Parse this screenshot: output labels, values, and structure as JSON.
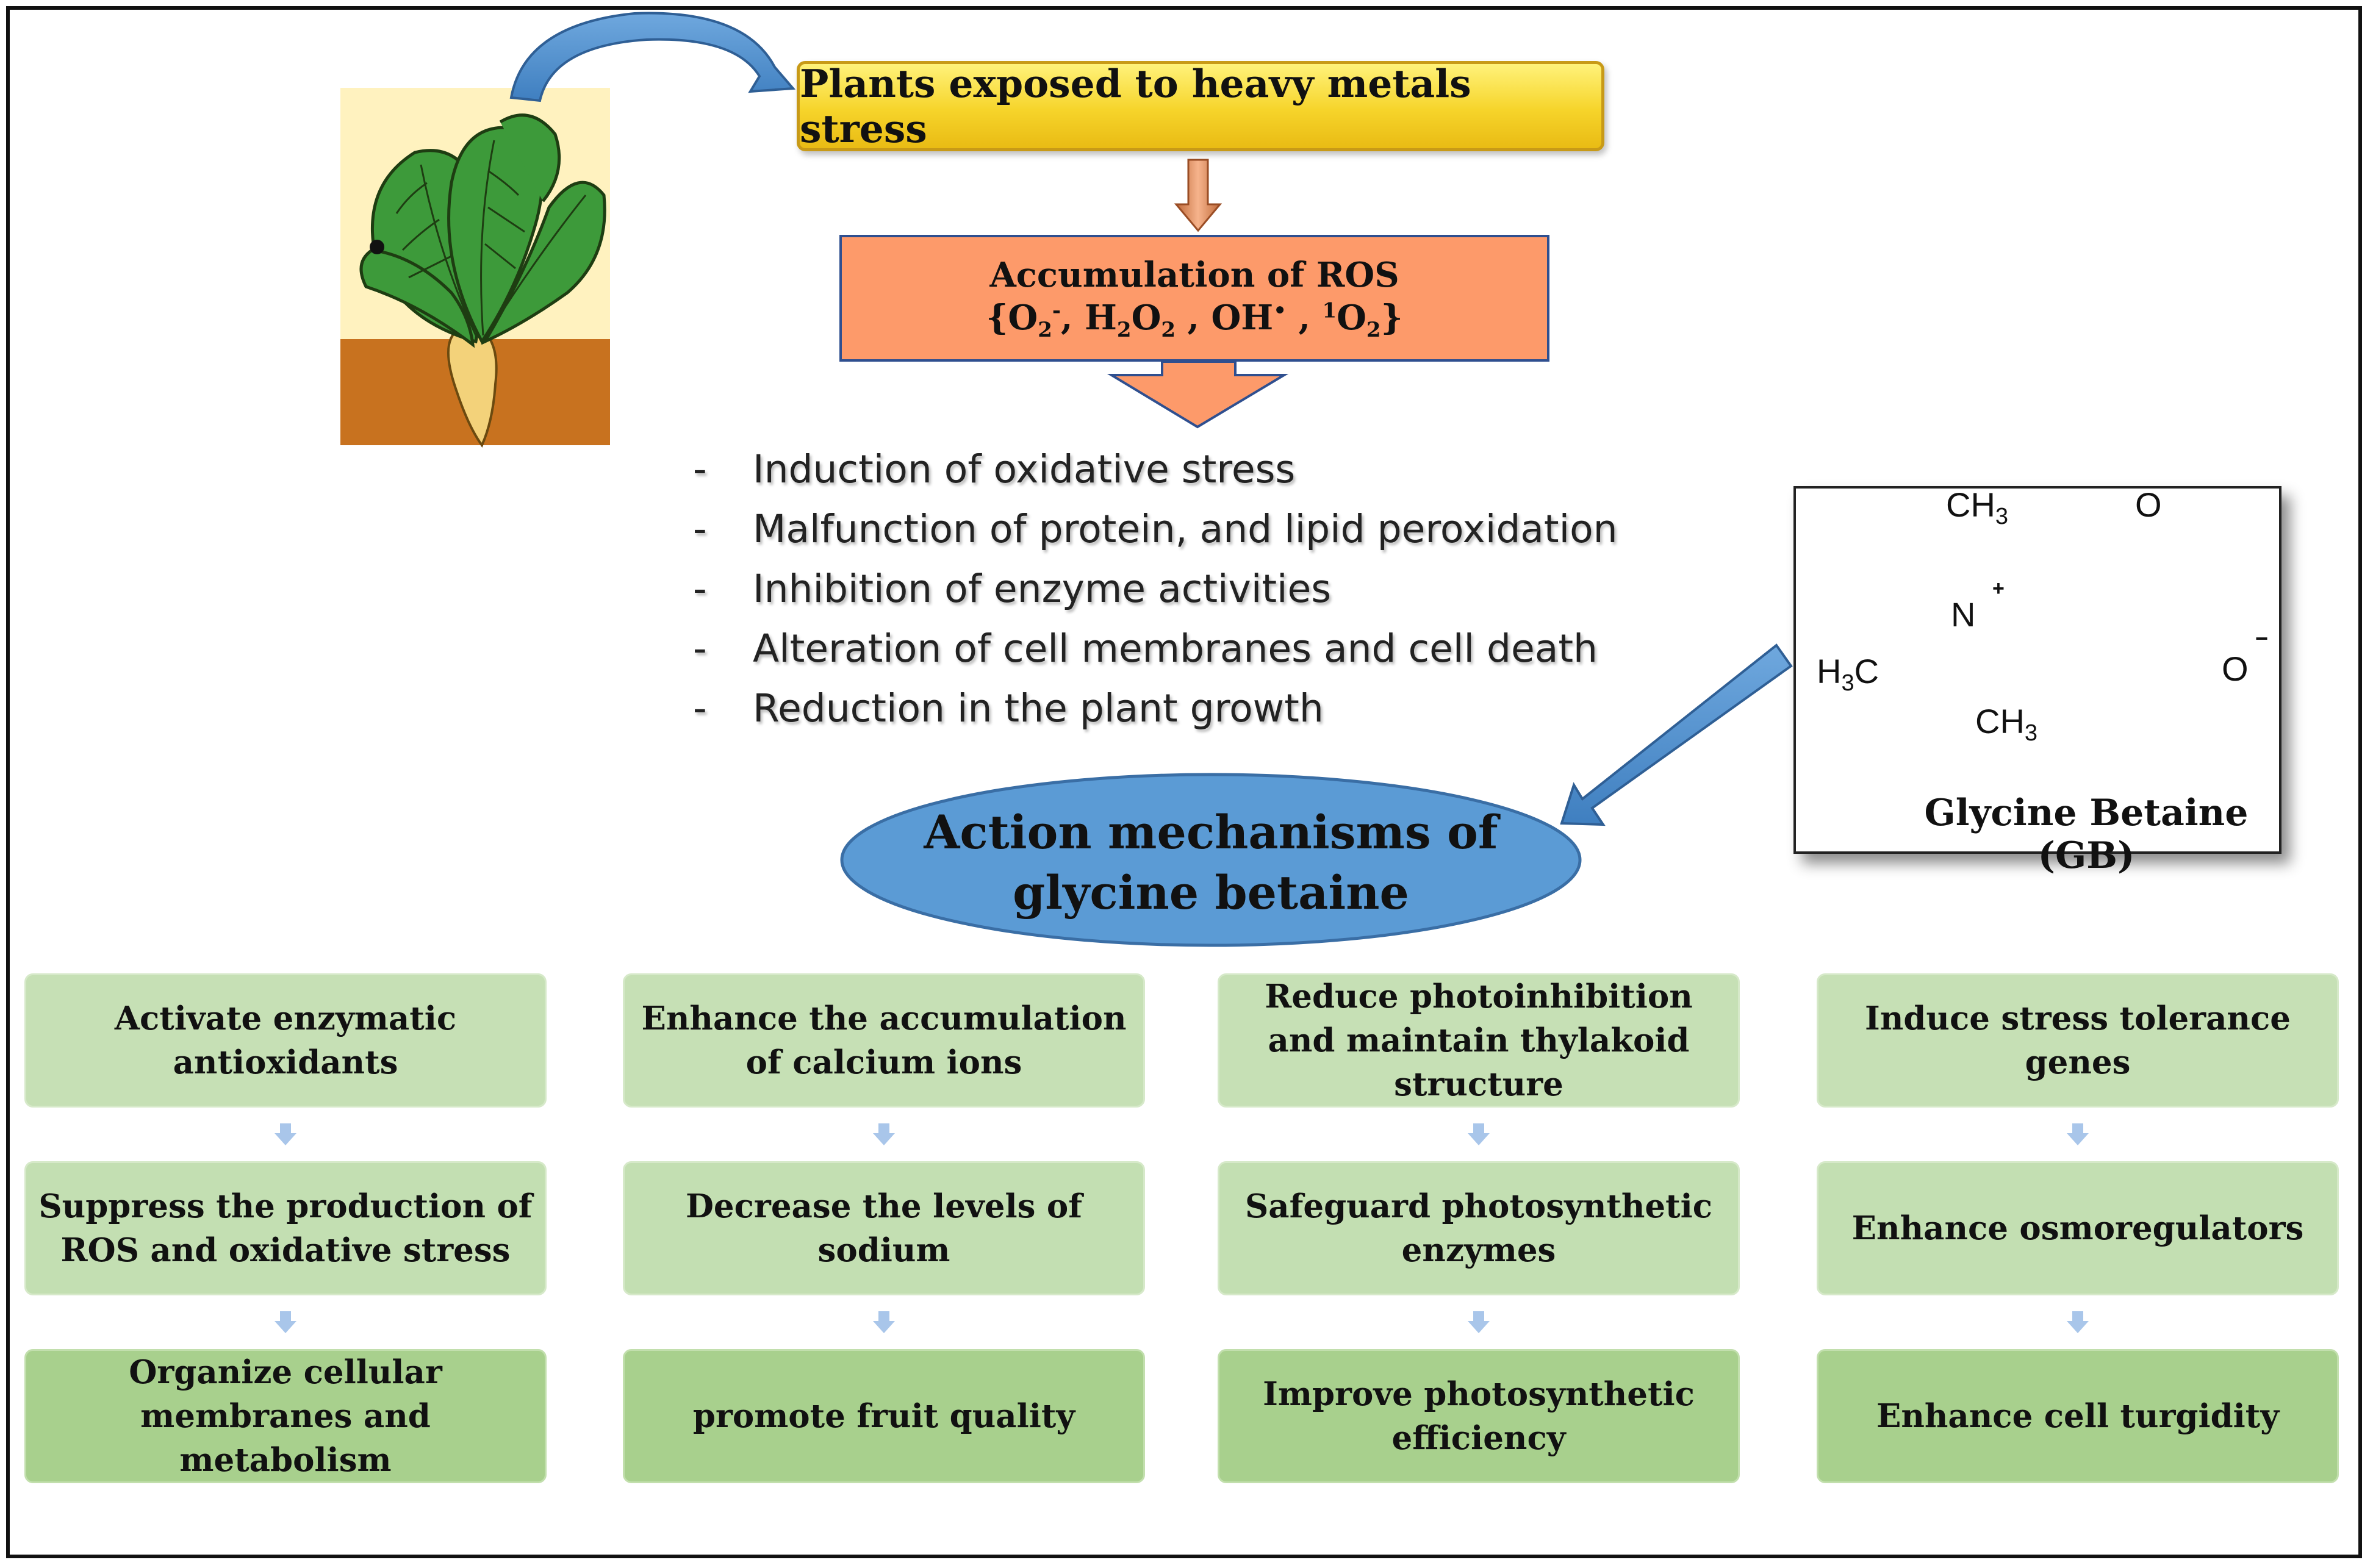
{
  "title_box": {
    "label": "Plants exposed to heavy metals stress"
  },
  "ros_box": {
    "heading": "Accumulation of ROS",
    "species_parts": {
      "open": "{O",
      "sub1": "2",
      "sup1": "-",
      "sep1": ", H",
      "sub2": "2",
      "mid": "O",
      "sub3": "2",
      "sep2": " , OH",
      "sup2": "•",
      "sep3": " , ",
      "sup3": "1",
      "o": "O",
      "sub4": "2",
      "close": "}"
    }
  },
  "effects": [
    {
      "dash": "-",
      "text": "Induction of oxidative stress"
    },
    {
      "dash": "-",
      "text": "Malfunction of protein, and lipid peroxidation"
    },
    {
      "dash": "-",
      "text": "Inhibition of enzyme activities"
    },
    {
      "dash": "-",
      "text": "Alteration of cell membranes and cell death"
    },
    {
      "dash": "-",
      "text": "Reduction in the plant growth"
    }
  ],
  "gb_structure": {
    "label": "Glycine Betaine (GB)",
    "atoms": {
      "ch3_top": "CH",
      "ch3_top_sub": "3",
      "h3c_left_h": "H",
      "h3c_left_sub": "3",
      "h3c_left_c": "C",
      "ch3_bottom": "CH",
      "ch3_bottom_sub": "3",
      "n": "N",
      "o_top": "O",
      "o_right": "O",
      "plus": "+",
      "minus": "−"
    }
  },
  "center": {
    "line1": "Action mechanisms of",
    "line2": "glycine betaine"
  },
  "columns": [
    {
      "steps": [
        "Activate enzymatic antioxidants",
        "Suppress the production of ROS and oxidative stress",
        "Organize cellular membranes and metabolism"
      ]
    },
    {
      "steps": [
        "Enhance the accumulation of calcium ions",
        "Decrease the levels of sodium",
        "promote fruit quality"
      ]
    },
    {
      "steps": [
        "Reduce photoinhibition and maintain thylakoid structure",
        "Safeguard photosynthetic enzymes",
        "Improve photosynthetic efficiency"
      ]
    },
    {
      "steps": [
        "Induce stress tolerance genes",
        "Enhance osmoregulators",
        "Enhance cell turgidity"
      ]
    }
  ],
  "colors": {
    "title_fill": "#f6d42a",
    "ros_fill": "#fd9a6a",
    "ellipse_fill": "#5b9bd5",
    "arrow_blue": "#5b9bd5",
    "card_light": "#c6e0b5",
    "card_dark": "#a8d08d",
    "soil": "#c8721f",
    "sky": "#fff2bf"
  },
  "icons": {
    "plant": "sugar-beet-plant-illustration",
    "small_arrow": "down-arrow-icon"
  }
}
